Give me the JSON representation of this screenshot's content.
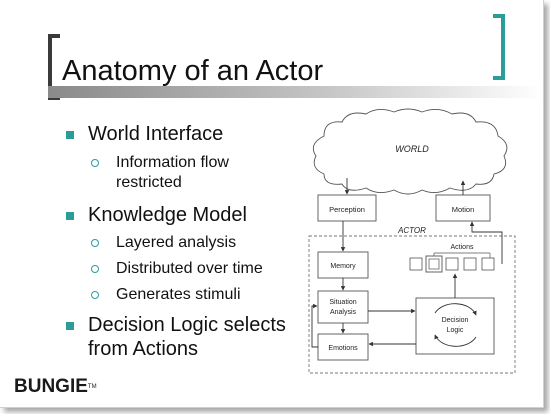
{
  "slide": {
    "title": "Anatomy of an Actor",
    "bullets": [
      {
        "text": "World Interface",
        "sub": [
          "Information flow restricted"
        ]
      },
      {
        "text": "Knowledge Model",
        "sub": [
          "Layered analysis",
          "Distributed over time",
          "Generates stimuli"
        ]
      },
      {
        "text": "Decision Logic selects from Actions",
        "sub": []
      }
    ],
    "logo": "BUNGIE",
    "logo_tm": "TM"
  },
  "diagram": {
    "world": "WORLD",
    "actor": "ACTOR",
    "perception": "Perception",
    "motion": "Motion",
    "actions": "Actions",
    "memory": "Memory",
    "situation_line1": "Situation",
    "situation_line2": "Analysis",
    "emotions": "Emotions",
    "decision_line1": "Decision",
    "decision_line2": "Logic"
  },
  "colors": {
    "accent": "#2a9d9a",
    "text": "#111111",
    "dark_bracket": "#3a3a3a"
  }
}
